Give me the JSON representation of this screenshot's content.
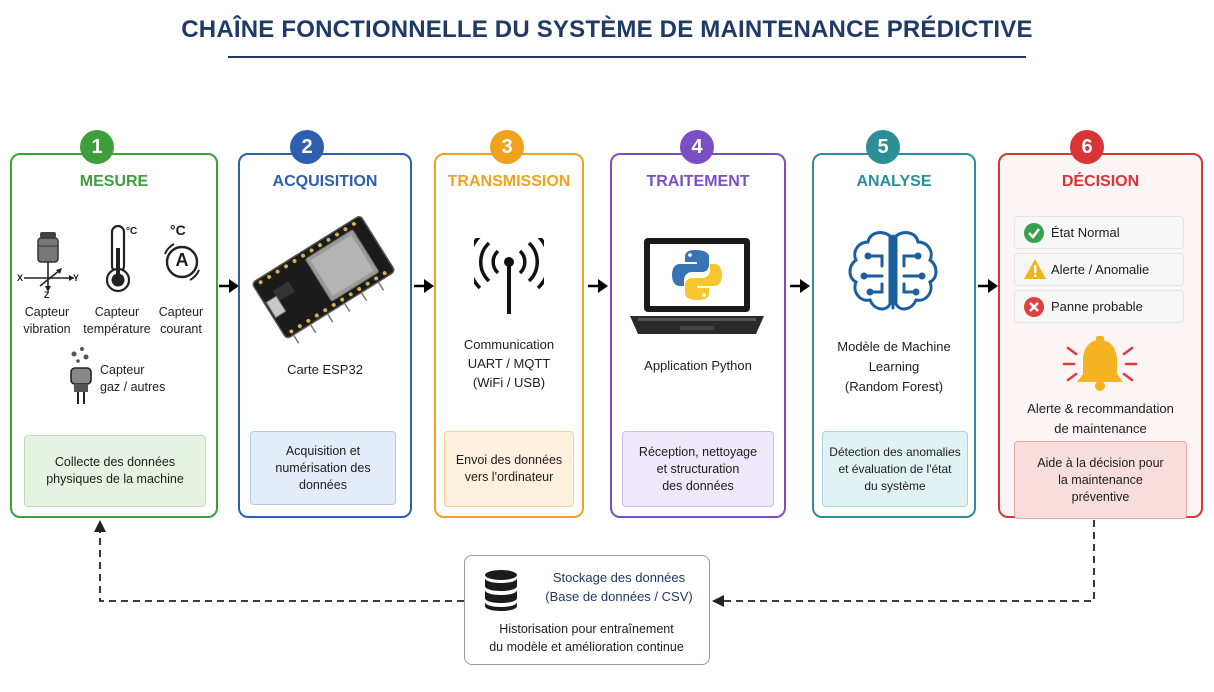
{
  "title": "CHAÎNE FONCTIONNELLE DU SYSTÈME DE MAINTENANCE PRÉDICTIVE",
  "colors": {
    "title": "#1f3a66",
    "mesure": "#3f9e3c",
    "acquisition": "#2e5fae",
    "transmission": "#f0a21f",
    "traitement": "#7a4fc4",
    "analyse": "#2c8e97",
    "decision": "#d93536"
  },
  "stages": [
    {
      "number": "1",
      "name": "MESURE",
      "sensors": {
        "vibration": "Capteur\nvibration",
        "temperature": "Capteur\ntempérature",
        "courant": "Capteur\ncourant",
        "gaz": "Capteur\ngaz / autres"
      },
      "axes": {
        "x": "X",
        "y": "Y",
        "z": "Z"
      },
      "unit_c": "°C",
      "amp": "A",
      "desc": "Collecte des données\nphysiques de la machine"
    },
    {
      "number": "2",
      "name": "ACQUISITION",
      "label": "Carte ESP32",
      "desc": "Acquisition et\nnumérisation des\ndonnées"
    },
    {
      "number": "3",
      "name": "TRANSMISSION",
      "label": "Communication\nUART / MQTT\n(WiFi / USB)",
      "desc": "Envoi des données\nvers l'ordinateur"
    },
    {
      "number": "4",
      "name": "TRAITEMENT",
      "label": "Application Python",
      "desc": "Réception, nettoyage\net structuration\ndes données"
    },
    {
      "number": "5",
      "name": "ANALYSE",
      "label": "Modèle de Machine\nLearning\n(Random Forest)",
      "desc": "Détection des anomalies\net évaluation de l'état\ndu système"
    },
    {
      "number": "6",
      "name": "DÉCISION",
      "states": [
        "État Normal",
        "Alerte / Anomalie",
        "Panne probable"
      ],
      "label": "Alerte & recommandation\nde maintenance",
      "desc": "Aide à la décision pour\nla maintenance\npréventive"
    }
  ],
  "storage": {
    "title": "Stockage des données\n(Base de données / CSV)",
    "desc": "Historisation pour entraînement\ndu modèle et amélioration continue"
  }
}
